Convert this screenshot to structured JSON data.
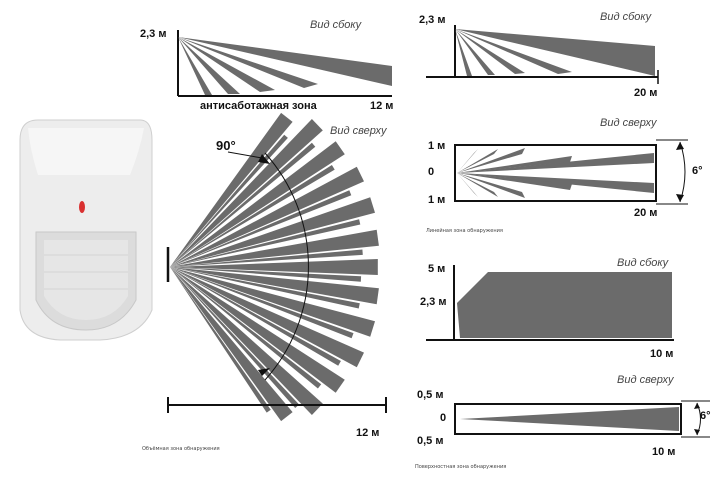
{
  "side_view_1": {
    "view": "Вид сбоку",
    "height": "2,3 м",
    "zone": "антисаботажная зона",
    "range": "12 м"
  },
  "top_view_1": {
    "view": "Вид сверху",
    "angle": "90°",
    "range": "12 м",
    "caption": "Объёмная зона обнаружения"
  },
  "side_view_2": {
    "view": "Вид сбоку",
    "height": "2,3 м",
    "range": "20 м"
  },
  "top_view_2": {
    "view": "Вид сверху",
    "top": "1 м",
    "mid": "0",
    "bottom": "1 м",
    "range": "20 м",
    "angle": "6°",
    "caption": "Линейная зона обнаружения"
  },
  "side_view_3": {
    "view": "Вид сбоку",
    "top": "5 м",
    "mount": "2,3 м",
    "range": "10 м"
  },
  "top_view_3": {
    "view": "Вид сверху",
    "top": "0,5 м",
    "mid": "0",
    "bottom": "0,5 м",
    "range": "10 м",
    "angle": "6°",
    "caption": "Поверхностная зона обнаружения"
  },
  "colors": {
    "beam": "#6b6b6b",
    "line": "#111111",
    "sensor_body": "#eeeeee",
    "led": "#d93030"
  }
}
